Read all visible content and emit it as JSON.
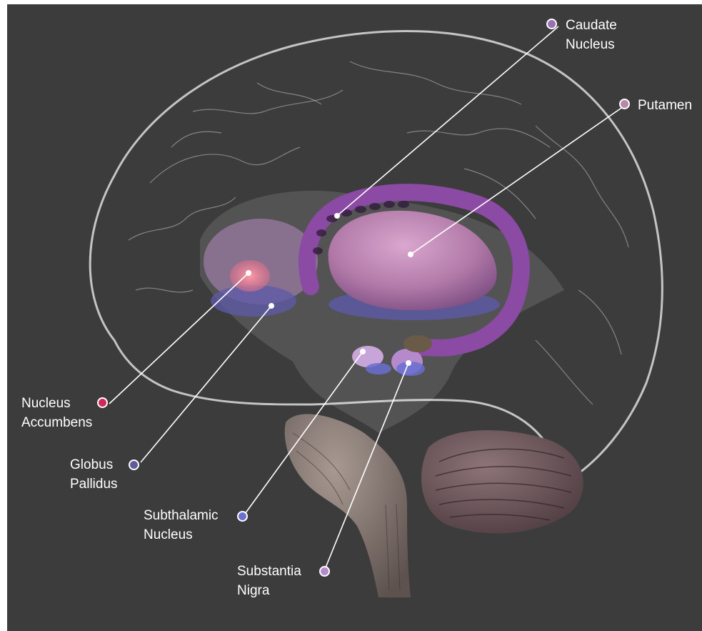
{
  "labels": [
    {
      "id": "caudate",
      "lines": [
        "Caudate",
        "Nucleus"
      ],
      "color": "#9a6fb3"
    },
    {
      "id": "putamen",
      "lines": [
        "Putamen"
      ],
      "color": "#b58aa6"
    },
    {
      "id": "accumbens",
      "lines": [
        "Nucleus",
        "Accumbens"
      ],
      "color": "#d0285a"
    },
    {
      "id": "pallidus",
      "lines": [
        "Globus",
        "Pallidus"
      ],
      "color": "#5f5c9a"
    },
    {
      "id": "subthalamic",
      "lines": [
        "Subthalamic",
        "Nucleus"
      ],
      "color": "#6a6fd0"
    },
    {
      "id": "nigra",
      "lines": [
        "Substantia",
        "Nigra"
      ],
      "color": "#b58acc"
    }
  ],
  "colors": {
    "background": "#3c3c3c",
    "brain_outline": "#dcdcdc",
    "striatum": "#b27aa8",
    "caudate": "#8b4aa3",
    "pallidus_blue": "#5d5aa8",
    "brainstem": "#8a7d78"
  }
}
